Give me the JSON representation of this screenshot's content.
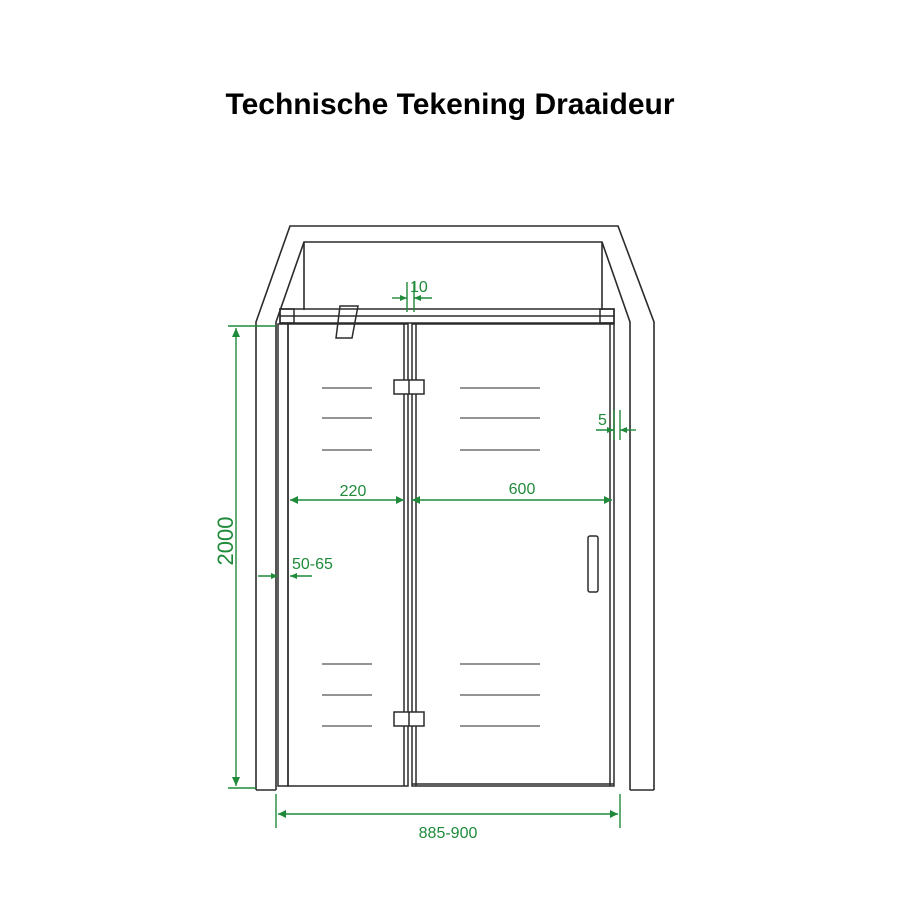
{
  "title": "Technische Tekening Draaideur",
  "colors": {
    "line": "#2b2b2b",
    "dimension": "#1f8a3a",
    "background": "#ffffff"
  },
  "dimensions": {
    "gap_top": "10",
    "wall_gap_right": "5",
    "fixed_panel_width": "220",
    "door_width": "600",
    "height": "2000",
    "wall_profile": "50-65",
    "total_width": "885-900"
  }
}
